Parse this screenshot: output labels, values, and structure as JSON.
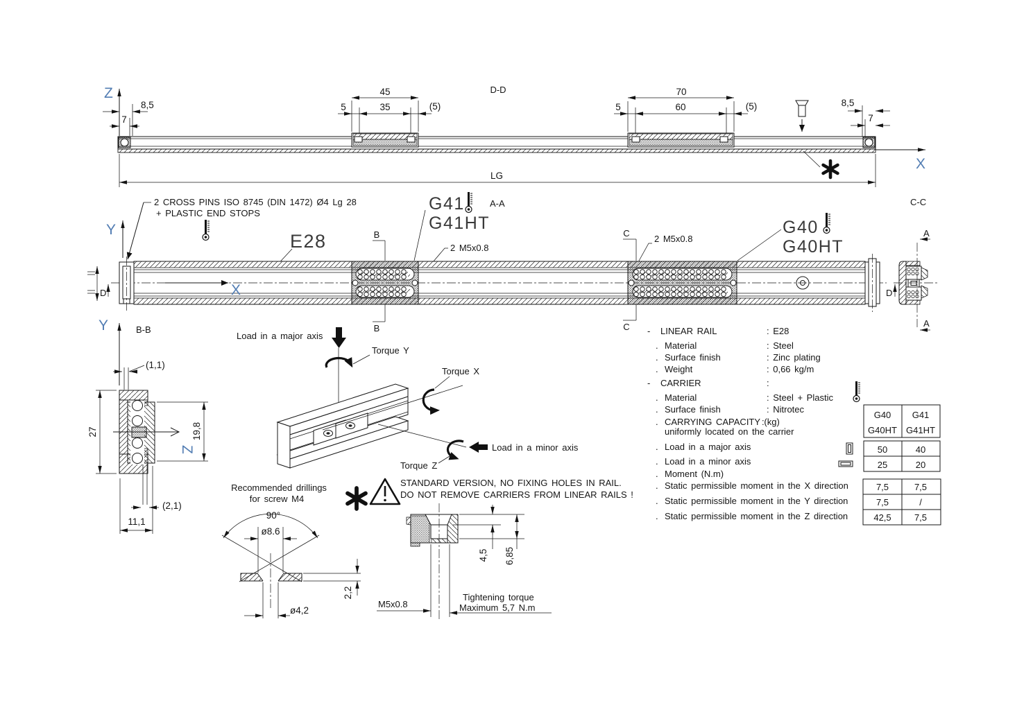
{
  "colors": {
    "line": "#161616",
    "axis_blue": "#527db3",
    "text": "#151515",
    "background": "#ffffff"
  },
  "icons": {
    "asterisk": "6-spoke-asterisk",
    "warning": "warning-triangle",
    "thermometer": "thermometer",
    "screw": "countersunk-screw",
    "load_major": "vertical-plate",
    "load_minor": "horizontal-plate"
  },
  "drawing": {
    "axes": {
      "z_top": "Z",
      "x_top": "X",
      "y_front": "Y",
      "x_front": "X",
      "y_section": "Y",
      "z_section": "Z"
    },
    "top_view": {
      "section_label": "D-D",
      "dim_left_85": "8,5",
      "dim_left_7": "7",
      "dim_c1_total": "45",
      "dim_c1_5": "5",
      "dim_c1_35": "35",
      "dim_c1_p5": "(5)",
      "dim_c2_total": "70",
      "dim_c2_5": "5",
      "dim_c2_60": "60",
      "dim_c2_p5": "(5)",
      "dim_right_85": "8,5",
      "dim_right_7": "7",
      "dim_length": "LG"
    },
    "front_view": {
      "pins_note_1": "2 CROSS PINS ISO 8745 (DIN 1472) Ø4 Lg 28",
      "pins_note_2": "+ PLASTIC END STOPS",
      "rail_label": "E28",
      "g41": "G41",
      "g41ht": "G41HT",
      "section_aa": "A-A",
      "thread_1": "2 M5x0.8",
      "thread_2": "2 M5x0.8",
      "g40": "G40",
      "g40ht": "G40HT",
      "section_cc": "C-C",
      "mark_b": "B",
      "mark_c": "C",
      "mark_a": "A",
      "mark_d": "D"
    },
    "section_bb": {
      "label": "B-B",
      "dim_11": "(1,1)",
      "dim_27": "27",
      "dim_198": "19,8",
      "dim_21": "(2,1)",
      "dim_111": "11,1"
    },
    "iso": {
      "load_major": "Load in a major axis",
      "torque_y": "Torque Y",
      "torque_x": "Torque X",
      "load_minor": "Load in a minor axis",
      "torque_z": "Torque Z"
    },
    "drilling": {
      "title_1": "Recommended drillings",
      "title_2": "for screw M4",
      "angle": "90°",
      "dia_head": "ø8.6",
      "dia_hole": "ø4,2",
      "thickness": "2,2"
    },
    "warning": {
      "line_1": "STANDARD VERSION, NO FIXING HOLES IN RAIL.",
      "line_2": "DO NOT REMOVE CARRIERS FROM LINEAR RAILS !"
    },
    "nut": {
      "dim_45": "4,5",
      "dim_685": "6,85",
      "thread": "M5x0.8",
      "torque_1": "Tightening torque",
      "torque_2": "Maximum 5,7 N.m"
    }
  },
  "specs": {
    "rows": [
      {
        "b": "-",
        "l": "LINEAR RAIL",
        "v": ": E28"
      },
      {
        "b": ".",
        "l": "Material",
        "v": ": Steel"
      },
      {
        "b": ".",
        "l": "Surface finish",
        "v": ": Zinc plating"
      },
      {
        "b": ".",
        "l": "Weight",
        "v": ": 0,66 kg/m"
      },
      {
        "b": "-",
        "l": "CARRIER",
        "v": ":"
      },
      {
        "b": ".",
        "l": "Material",
        "v": ": Steel + Plastic"
      },
      {
        "b": ".",
        "l": "Surface finish",
        "v": ": Nitrotec"
      },
      {
        "b": ".",
        "l": "CARRYING CAPACITY (kg)",
        "v": ":",
        "l2": "uniformly located on the carrier"
      },
      {
        "b": ".",
        "l": "Load in a major axis"
      },
      {
        "b": ".",
        "l": "Load in a minor axis"
      },
      {
        "b": ".",
        "l": "Moment (N.m)"
      },
      {
        "b": ".",
        "l": "Static permissible moment in the X direction"
      },
      {
        "b": ".",
        "l": "Static permissible moment in the Y direction"
      },
      {
        "b": ".",
        "l": "Static permissible moment in the Z direction"
      }
    ]
  },
  "capacity_table": {
    "header": {
      "col1_line1": "G40",
      "col1_line2": "G40HT",
      "col2_line1": "G41",
      "col2_line2": "G41HT"
    },
    "load_rows": [
      [
        "50",
        "40"
      ],
      [
        "25",
        "20"
      ]
    ],
    "moment_rows": [
      [
        "7,5",
        "7,5"
      ],
      [
        "7,5",
        "/"
      ],
      [
        "42,5",
        "7,5"
      ]
    ]
  }
}
